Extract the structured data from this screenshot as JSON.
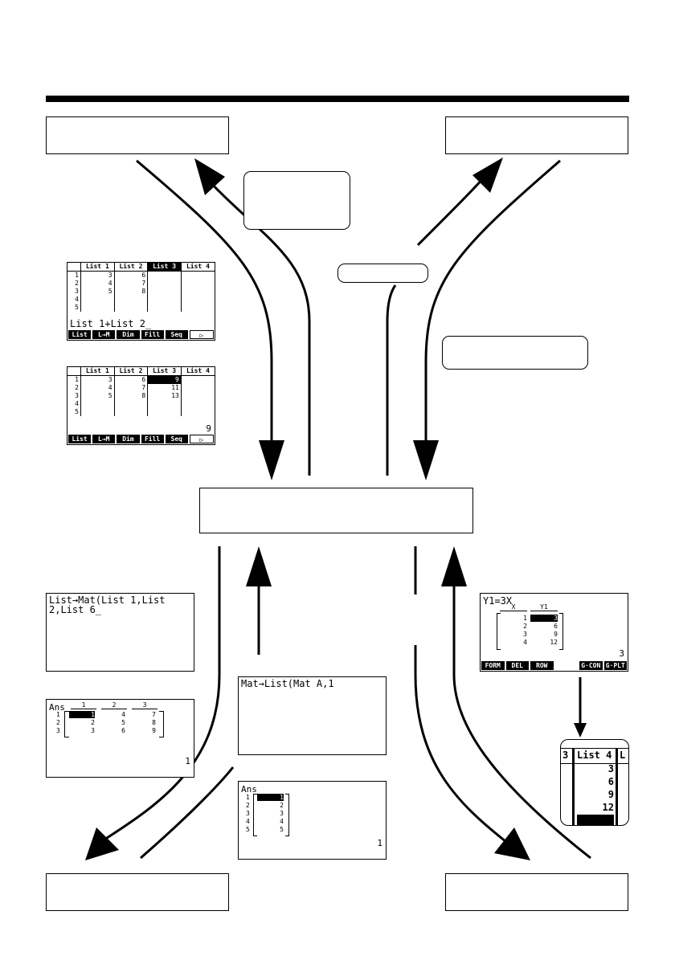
{
  "screen_a": {
    "headers": [
      "List 1",
      "List 2",
      "List 3",
      "List 4"
    ],
    "rows": [
      [
        "1",
        "3",
        "6",
        ""
      ],
      [
        "2",
        "4",
        "7",
        ""
      ],
      [
        "3",
        "5",
        "8",
        ""
      ],
      [
        "4",
        "",
        "",
        ""
      ],
      [
        "5",
        "",
        "",
        ""
      ]
    ],
    "command": "List 1+List 2_",
    "fkeys": [
      "List",
      "L→M",
      "Dim",
      "Fill",
      "Seq",
      "▷"
    ]
  },
  "screen_b": {
    "headers": [
      "List 1",
      "List 2",
      "List 3",
      "List 4"
    ],
    "rows": [
      [
        "1",
        "3",
        "6",
        "9"
      ],
      [
        "2",
        "4",
        "7",
        "11"
      ],
      [
        "3",
        "5",
        "8",
        "13"
      ],
      [
        "4",
        "",
        "",
        ""
      ],
      [
        "5",
        "",
        "",
        ""
      ]
    ],
    "corner": "9",
    "fkeys": [
      "List",
      "L→M",
      "Dim",
      "Fill",
      "Seq",
      "▷"
    ]
  },
  "screen_c": {
    "text": "List→Mat(List 1,List\n2,List 6_"
  },
  "screen_d": {
    "ans": "Ans",
    "col_headers": [
      "1",
      "2",
      "3"
    ],
    "rows": [
      [
        "1",
        "1",
        "4",
        "7"
      ],
      [
        "2",
        "2",
        "5",
        "8"
      ],
      [
        "3",
        "3",
        "6",
        "9"
      ]
    ],
    "corner": "1"
  },
  "screen_e": {
    "text": "Mat→List(Mat A,1"
  },
  "screen_f": {
    "ans": "Ans",
    "rows": [
      [
        "1",
        "1"
      ],
      [
        "2",
        "2"
      ],
      [
        "3",
        "3"
      ],
      [
        "4",
        "4"
      ],
      [
        "5",
        "5"
      ]
    ],
    "corner": "1"
  },
  "screen_g": {
    "func": "Y1=3X",
    "col_x": "X",
    "col_y": "Y1",
    "rows": [
      [
        "1",
        "3"
      ],
      [
        "2",
        "6"
      ],
      [
        "3",
        "9"
      ],
      [
        "4",
        "12"
      ]
    ],
    "corner": "3",
    "fkeys": [
      "FORM",
      "DEL",
      "ROW",
      "",
      "G·CON",
      "G·PLT"
    ]
  },
  "screen_h": {
    "header_left": "3",
    "header": "List 4",
    "header_right": "L",
    "values": [
      "3",
      "6",
      "9",
      "12"
    ]
  }
}
